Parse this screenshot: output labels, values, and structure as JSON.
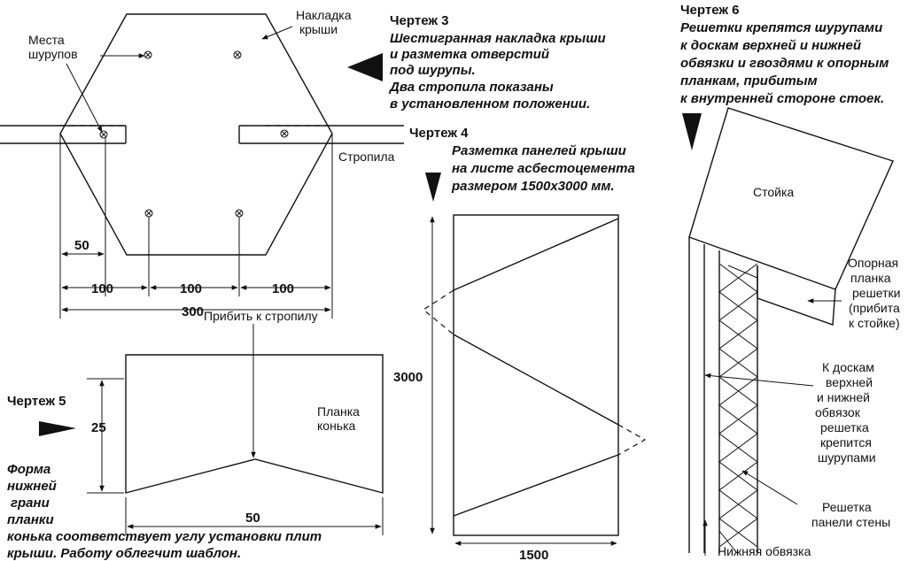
{
  "drawing3": {
    "title": "Чертеж 3",
    "caption": [
      "Шестигранная накладка крыши",
      "и разметка отверстий",
      "под шурупы.",
      "Два стропила показаны",
      "в установленном положении."
    ],
    "label_overlay": [
      "Накладка",
      "крыши"
    ],
    "label_screws": [
      "Места",
      "шурупов"
    ],
    "label_rafters": "Стропила",
    "dim_50": "50",
    "dim_100_a": "100",
    "dim_100_b": "100",
    "dim_100_c": "100",
    "dim_300": "300"
  },
  "drawing4": {
    "title": "Чертеж 4",
    "caption": [
      "Разметка панелей крыши",
      "на листе асбестоцемента",
      "размером 1500x3000 мм."
    ],
    "dim_height": "3000",
    "dim_width": "1500"
  },
  "drawing5": {
    "title": "Чертеж 5",
    "label_nail": "Прибить к стропилу",
    "label_ridge": [
      "Планка",
      "конька"
    ],
    "dim_height": "25",
    "dim_width": "50",
    "caption": [
      "Форма",
      "нижней",
      "грани",
      "планки",
      "конька соответствует углу установки плит",
      "крыши. Работу облегчит шаблон."
    ]
  },
  "drawing6": {
    "title": "Чертеж 6",
    "caption": [
      "Решетки крепятся шурупами",
      "к доскам верхней и нижней",
      "обвязки и гвоздями к опорным",
      "планкам, прибитым",
      "к внутренней стороне стоек."
    ],
    "label_post": "Стойка",
    "label_support": [
      "Опорная",
      "планка",
      "решетки",
      "(прибита",
      "к стойке)"
    ],
    "label_boards": [
      "К доскам",
      "верхней",
      "и нижней",
      "обвязок",
      "решетка",
      "крепится",
      "шурупами"
    ],
    "label_lattice": [
      "Решетка",
      "панели стены"
    ],
    "label_bottom": "Нижняя обвязка"
  }
}
